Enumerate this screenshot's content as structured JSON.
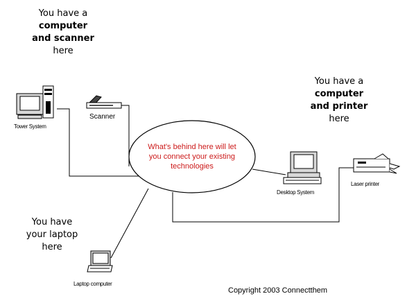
{
  "callouts": {
    "top_left": {
      "line1": "You have a",
      "line2": "computer",
      "line3": "and scanner",
      "line4": "here"
    },
    "right": {
      "line1": "You have a",
      "line2": "computer",
      "line3": "and printer",
      "line4": "here"
    },
    "bottom_left": {
      "line1": "You have",
      "line2": "your laptop",
      "line3": "here"
    }
  },
  "devices": {
    "tower": {
      "label": "Tower System",
      "icon": "tower-computer-icon"
    },
    "scanner": {
      "label": "Scanner",
      "icon": "scanner-icon"
    },
    "desktop": {
      "label": "Desktop System",
      "icon": "desktop-computer-icon"
    },
    "printer": {
      "label": "Laser printer",
      "icon": "laser-printer-icon"
    },
    "laptop": {
      "label": "Laptop computer",
      "icon": "laptop-icon"
    }
  },
  "hub": {
    "line1": "What's behind here will let",
    "line2": "you connect your existing",
    "line3": "technologies",
    "text_color": "#cc1a1a",
    "fill_color": "#ffffff"
  },
  "copyright": "Copyright 2003 Connectthem"
}
